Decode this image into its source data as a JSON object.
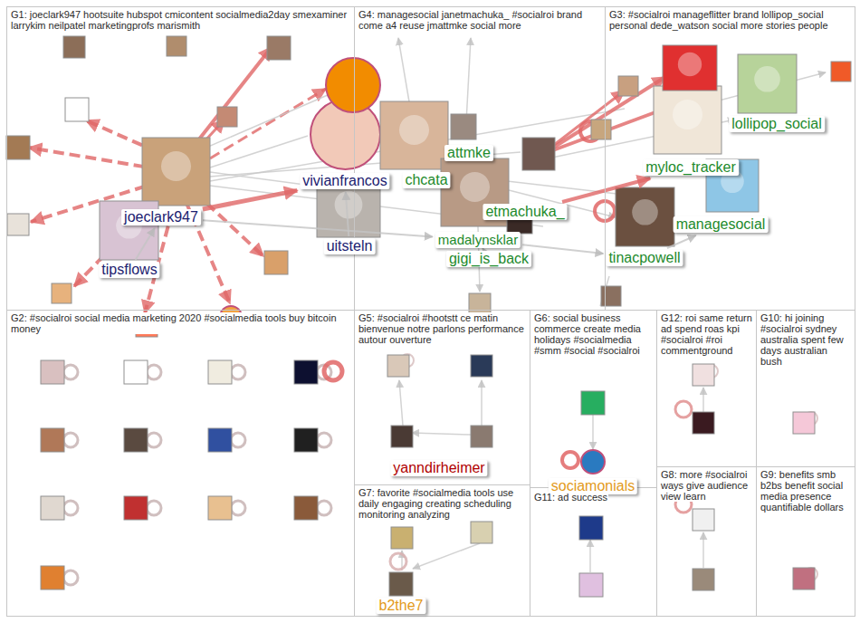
{
  "diagram": {
    "nodes": [
      {
        "text": [
          "G1: joeclark947 hootsuite hubspot cmicontent socialmedia2day smexaminer larrykim neilpatel marketingprofs marismith"
        ]
      },
      {
        "text": [
          "G4: managesocial janetmachuka_ #socialroi brand come a4 reuse jmattmke social more"
        ]
      },
      {
        "text": [
          "G3: #socialroi manageflitter brand lollipop_social personal dede_watson social more stories people"
        ]
      },
      {
        "text": [
          "G2: #socialroi social media marketing 2020 #socialmedia tools buy bitcoin money"
        ]
      },
      {
        "text": [
          "G5: #socialroi #hootstt ce matin bienvenue notre parlons performance autour ouverture"
        ]
      },
      {
        "text": [
          "G6: social business commerce create media holidays #socialmedia #smm #social #socialroi"
        ]
      },
      {
        "text": [
          "G12: roi same return ad spend roas kpi #socialroi #roi commentground"
        ]
      },
      {
        "text": [
          "G10: hi joining #socialroi sydney australia spent few days australian bush"
        ]
      },
      {
        "text": [
          "G7: favorite #socialmedia tools use daily engaging creating scheduling monitoring analyzing"
        ]
      },
      {
        "text": [
          "G11: ad success"
        ]
      },
      {
        "text": [
          "G8: more #socialroi ways give audience view learn"
        ]
      },
      {
        "text": [
          "G9: benefits smb b2bs benefit social media presence quantifiable dollars"
        ]
      },
      {
        "text": [
          "joeclark947"
        ],
        "in": 0
      },
      {
        "text": [
          "tipsflows"
        ],
        "in": 0
      },
      {
        "text": [
          "vivianfrancos"
        ],
        "in": 0
      },
      {
        "text": [
          "uitsteln"
        ],
        "in": 0
      },
      {
        "text": [
          "attmke"
        ],
        "in": 1
      },
      {
        "text": [
          "chcata"
        ],
        "in": 1
      },
      {
        "text": [
          "etmachuka_"
        ],
        "in": 1
      },
      {
        "text": [
          "madalynsklar"
        ],
        "in": 1
      },
      {
        "text": [
          "gigi_is_back"
        ],
        "in": 1
      },
      {
        "text": [
          "lollipop_social"
        ],
        "in": 2
      },
      {
        "text": [
          "myloc_tracker"
        ],
        "in": 2
      },
      {
        "text": [
          "managesocial"
        ],
        "in": 2
      },
      {
        "text": [
          "tinacpowell"
        ],
        "in": 2
      },
      {
        "text": [
          "yanndirheimer"
        ],
        "in": 4
      },
      {
        "text": [
          "sociamonials"
        ],
        "in": 5
      },
      {
        "text": [
          "b2the7"
        ],
        "in": 8
      }
    ],
    "edges": [
      {
        "from": 12,
        "to": 14,
        "arrow": "to"
      },
      {
        "from": 13,
        "to": 12,
        "arrow": "to"
      },
      {
        "from": 12,
        "to": 19,
        "arrow": "to"
      },
      {
        "from": 19,
        "to": 20,
        "arrow": "to"
      },
      {
        "from": 18,
        "to": 22,
        "arrow": "to"
      },
      {
        "from": 24,
        "to": 23,
        "arrow": "to"
      },
      {
        "from": 19,
        "to": 24,
        "arrow": "to"
      },
      {
        "from": 15,
        "to": 14,
        "arrow": "to"
      }
    ]
  }
}
